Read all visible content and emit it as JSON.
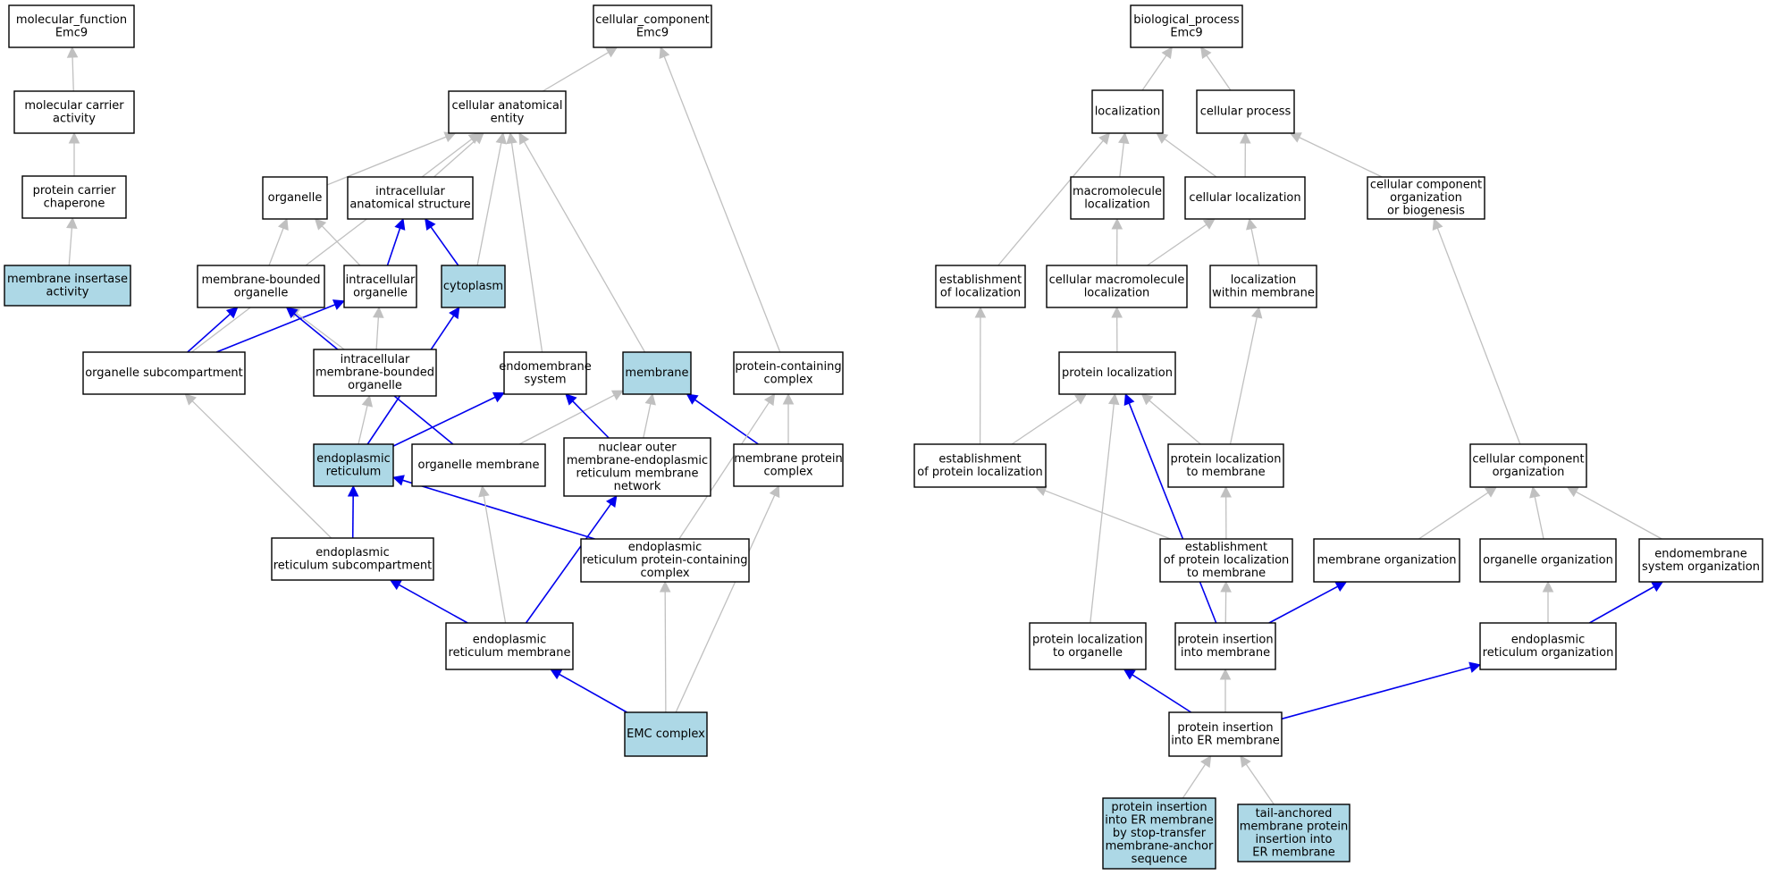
{
  "colors": {
    "default_fill": "#ffffff",
    "highlight_fill": "#add8e6",
    "gray_edge": "#c0c0c0",
    "blue_edge": "#0000ee",
    "node_border": "#000000"
  },
  "nodes": [
    {
      "id": "mf_root",
      "lines": [
        "molecular_function",
        "Emc9"
      ],
      "highlight": false
    },
    {
      "id": "mol_carrier",
      "lines": [
        "molecular carrier",
        "activity"
      ],
      "highlight": false
    },
    {
      "id": "prot_carrier_chap",
      "lines": [
        "protein carrier",
        "chaperone"
      ],
      "highlight": false
    },
    {
      "id": "mem_insertase",
      "lines": [
        "membrane insertase",
        "activity"
      ],
      "highlight": true
    },
    {
      "id": "cc_root",
      "lines": [
        "cellular_component",
        "Emc9"
      ],
      "highlight": false
    },
    {
      "id": "cell_anat",
      "lines": [
        "cellular anatomical",
        "entity"
      ],
      "highlight": false
    },
    {
      "id": "organelle",
      "lines": [
        "organelle"
      ],
      "highlight": false
    },
    {
      "id": "intra_anat",
      "lines": [
        "intracellular",
        "anatomical structure"
      ],
      "highlight": false
    },
    {
      "id": "mem_bounded_org",
      "lines": [
        "membrane-bounded",
        "organelle"
      ],
      "highlight": false
    },
    {
      "id": "intra_org",
      "lines": [
        "intracellular",
        "organelle"
      ],
      "highlight": false
    },
    {
      "id": "cytoplasm",
      "lines": [
        "cytoplasm"
      ],
      "highlight": true
    },
    {
      "id": "org_subcomp",
      "lines": [
        "organelle subcompartment"
      ],
      "highlight": false
    },
    {
      "id": "intra_mbo",
      "lines": [
        "intracellular",
        "membrane-bounded",
        "organelle"
      ],
      "highlight": false
    },
    {
      "id": "endomem_sys",
      "lines": [
        "endomembrane",
        "system"
      ],
      "highlight": false
    },
    {
      "id": "membrane",
      "lines": [
        "membrane"
      ],
      "highlight": true
    },
    {
      "id": "prot_cont_complex",
      "lines": [
        "protein-containing",
        "complex"
      ],
      "highlight": false
    },
    {
      "id": "er",
      "lines": [
        "endoplasmic",
        "reticulum"
      ],
      "highlight": true
    },
    {
      "id": "org_membrane",
      "lines": [
        "organelle membrane"
      ],
      "highlight": false
    },
    {
      "id": "nuc_outer",
      "lines": [
        "nuclear outer",
        "membrane-endoplasmic",
        "reticulum membrane",
        "network"
      ],
      "highlight": false
    },
    {
      "id": "mem_prot_complex",
      "lines": [
        "membrane protein",
        "complex"
      ],
      "highlight": false
    },
    {
      "id": "er_subcomp",
      "lines": [
        "endoplasmic",
        "reticulum subcompartment"
      ],
      "highlight": false
    },
    {
      "id": "er_pcc",
      "lines": [
        "endoplasmic",
        "reticulum protein-containing",
        "complex"
      ],
      "highlight": false
    },
    {
      "id": "er_membrane",
      "lines": [
        "endoplasmic",
        "reticulum membrane"
      ],
      "highlight": false
    },
    {
      "id": "emc_complex",
      "lines": [
        "EMC complex"
      ],
      "highlight": true
    },
    {
      "id": "bp_root",
      "lines": [
        "biological_process",
        "Emc9"
      ],
      "highlight": false
    },
    {
      "id": "localization",
      "lines": [
        "localization"
      ],
      "highlight": false
    },
    {
      "id": "cell_process",
      "lines": [
        "cellular process"
      ],
      "highlight": false
    },
    {
      "id": "macro_loc",
      "lines": [
        "macromolecule",
        "localization"
      ],
      "highlight": false
    },
    {
      "id": "cell_loc",
      "lines": [
        "cellular localization"
      ],
      "highlight": false
    },
    {
      "id": "ccob",
      "lines": [
        "cellular component",
        "organization",
        "or biogenesis"
      ],
      "highlight": false
    },
    {
      "id": "est_loc",
      "lines": [
        "establishment",
        "of localization"
      ],
      "highlight": false
    },
    {
      "id": "cell_macro_loc",
      "lines": [
        "cellular macromolecule",
        "localization"
      ],
      "highlight": false
    },
    {
      "id": "loc_within_mem",
      "lines": [
        "localization",
        "within membrane"
      ],
      "highlight": false
    },
    {
      "id": "prot_loc",
      "lines": [
        "protein localization"
      ],
      "highlight": false
    },
    {
      "id": "est_prot_loc",
      "lines": [
        "establishment",
        "of protein localization"
      ],
      "highlight": false
    },
    {
      "id": "prot_loc_mem",
      "lines": [
        "protein localization",
        "to membrane"
      ],
      "highlight": false
    },
    {
      "id": "cc_org",
      "lines": [
        "cellular component",
        "organization"
      ],
      "highlight": false
    },
    {
      "id": "est_prot_loc_mem",
      "lines": [
        "establishment",
        "of protein localization",
        "to membrane"
      ],
      "highlight": false
    },
    {
      "id": "mem_org",
      "lines": [
        "membrane organization"
      ],
      "highlight": false
    },
    {
      "id": "organelle_org",
      "lines": [
        "organelle organization"
      ],
      "highlight": false
    },
    {
      "id": "endomem_org",
      "lines": [
        "endomembrane",
        "system organization"
      ],
      "highlight": false
    },
    {
      "id": "prot_loc_org",
      "lines": [
        "protein localization",
        "to organelle"
      ],
      "highlight": false
    },
    {
      "id": "prot_ins_mem",
      "lines": [
        "protein insertion",
        "into membrane"
      ],
      "highlight": false
    },
    {
      "id": "er_org",
      "lines": [
        "endoplasmic",
        "reticulum organization"
      ],
      "highlight": false
    },
    {
      "id": "prot_ins_er",
      "lines": [
        "protein insertion",
        "into ER membrane"
      ],
      "highlight": false
    },
    {
      "id": "prot_ins_er_stop",
      "lines": [
        "protein insertion",
        "into ER membrane",
        "by stop-transfer",
        "membrane-anchor",
        "sequence"
      ],
      "highlight": true
    },
    {
      "id": "tail_anchored",
      "lines": [
        "tail-anchored",
        "membrane protein",
        "insertion into",
        "ER membrane"
      ],
      "highlight": true
    }
  ],
  "edges": [
    {
      "from": "mol_carrier",
      "to": "mf_root",
      "color": "gray"
    },
    {
      "from": "prot_carrier_chap",
      "to": "mol_carrier",
      "color": "gray"
    },
    {
      "from": "mem_insertase",
      "to": "prot_carrier_chap",
      "color": "gray"
    },
    {
      "from": "cell_anat",
      "to": "cc_root",
      "color": "gray"
    },
    {
      "from": "prot_cont_complex",
      "to": "cc_root",
      "color": "gray"
    },
    {
      "from": "organelle",
      "to": "cell_anat",
      "color": "gray"
    },
    {
      "from": "intra_anat",
      "to": "cell_anat",
      "color": "gray"
    },
    {
      "from": "org_subcomp",
      "to": "cell_anat",
      "color": "gray"
    },
    {
      "from": "cytoplasm",
      "to": "cell_anat",
      "color": "gray"
    },
    {
      "from": "endomem_sys",
      "to": "cell_anat",
      "color": "gray"
    },
    {
      "from": "membrane",
      "to": "cell_anat",
      "color": "gray"
    },
    {
      "from": "mem_bounded_org",
      "to": "organelle",
      "color": "gray"
    },
    {
      "from": "intra_org",
      "to": "organelle",
      "color": "gray"
    },
    {
      "from": "intra_org",
      "to": "intra_anat",
      "color": "blue"
    },
    {
      "from": "cytoplasm",
      "to": "intra_anat",
      "color": "blue"
    },
    {
      "from": "org_subcomp",
      "to": "mem_bounded_org",
      "color": "blue"
    },
    {
      "from": "org_subcomp",
      "to": "intra_org",
      "color": "blue"
    },
    {
      "from": "intra_mbo",
      "to": "mem_bounded_org",
      "color": "gray"
    },
    {
      "from": "intra_mbo",
      "to": "intra_org",
      "color": "gray"
    },
    {
      "from": "er",
      "to": "intra_mbo",
      "color": "gray"
    },
    {
      "from": "er",
      "to": "cytoplasm",
      "color": "blue"
    },
    {
      "from": "er",
      "to": "endomem_sys",
      "color": "blue"
    },
    {
      "from": "org_membrane",
      "to": "mem_bounded_org",
      "color": "blue"
    },
    {
      "from": "org_membrane",
      "to": "membrane",
      "color": "gray"
    },
    {
      "from": "nuc_outer",
      "to": "endomem_sys",
      "color": "blue"
    },
    {
      "from": "nuc_outer",
      "to": "membrane",
      "color": "gray"
    },
    {
      "from": "mem_prot_complex",
      "to": "membrane",
      "color": "blue"
    },
    {
      "from": "mem_prot_complex",
      "to": "prot_cont_complex",
      "color": "gray"
    },
    {
      "from": "er_subcomp",
      "to": "er",
      "color": "blue"
    },
    {
      "from": "er_subcomp",
      "to": "org_subcomp",
      "color": "gray"
    },
    {
      "from": "er_pcc",
      "to": "er",
      "color": "blue"
    },
    {
      "from": "er_pcc",
      "to": "prot_cont_complex",
      "color": "gray"
    },
    {
      "from": "er_membrane",
      "to": "er_subcomp",
      "color": "blue"
    },
    {
      "from": "er_membrane",
      "to": "org_membrane",
      "color": "gray"
    },
    {
      "from": "er_membrane",
      "to": "nuc_outer",
      "color": "blue"
    },
    {
      "from": "emc_complex",
      "to": "er_membrane",
      "color": "blue"
    },
    {
      "from": "emc_complex",
      "to": "er_pcc",
      "color": "gray"
    },
    {
      "from": "emc_complex",
      "to": "mem_prot_complex",
      "color": "gray"
    },
    {
      "from": "localization",
      "to": "bp_root",
      "color": "gray"
    },
    {
      "from": "cell_process",
      "to": "bp_root",
      "color": "gray"
    },
    {
      "from": "macro_loc",
      "to": "localization",
      "color": "gray"
    },
    {
      "from": "cell_loc",
      "to": "localization",
      "color": "gray"
    },
    {
      "from": "est_loc",
      "to": "localization",
      "color": "gray"
    },
    {
      "from": "cell_loc",
      "to": "cell_process",
      "color": "gray"
    },
    {
      "from": "ccob",
      "to": "cell_process",
      "color": "gray"
    },
    {
      "from": "cell_macro_loc",
      "to": "macro_loc",
      "color": "gray"
    },
    {
      "from": "cell_macro_loc",
      "to": "cell_loc",
      "color": "gray"
    },
    {
      "from": "loc_within_mem",
      "to": "cell_loc",
      "color": "gray"
    },
    {
      "from": "prot_loc",
      "to": "cell_macro_loc",
      "color": "gray"
    },
    {
      "from": "est_prot_loc",
      "to": "est_loc",
      "color": "gray"
    },
    {
      "from": "est_prot_loc",
      "to": "prot_loc",
      "color": "gray"
    },
    {
      "from": "prot_loc_mem",
      "to": "prot_loc",
      "color": "gray"
    },
    {
      "from": "prot_loc_mem",
      "to": "loc_within_mem",
      "color": "gray"
    },
    {
      "from": "cc_org",
      "to": "ccob",
      "color": "gray"
    },
    {
      "from": "est_prot_loc_mem",
      "to": "est_prot_loc",
      "color": "gray"
    },
    {
      "from": "est_prot_loc_mem",
      "to": "prot_loc_mem",
      "color": "gray"
    },
    {
      "from": "mem_org",
      "to": "cc_org",
      "color": "gray"
    },
    {
      "from": "organelle_org",
      "to": "cc_org",
      "color": "gray"
    },
    {
      "from": "endomem_org",
      "to": "cc_org",
      "color": "gray"
    },
    {
      "from": "prot_loc_org",
      "to": "prot_loc",
      "color": "gray"
    },
    {
      "from": "prot_ins_mem",
      "to": "est_prot_loc_mem",
      "color": "gray"
    },
    {
      "from": "prot_ins_mem",
      "to": "prot_loc",
      "color": "blue"
    },
    {
      "from": "prot_ins_mem",
      "to": "mem_org",
      "color": "blue"
    },
    {
      "from": "er_org",
      "to": "organelle_org",
      "color": "gray"
    },
    {
      "from": "er_org",
      "to": "endomem_org",
      "color": "blue"
    },
    {
      "from": "prot_ins_er",
      "to": "prot_loc_org",
      "color": "blue"
    },
    {
      "from": "prot_ins_er",
      "to": "prot_ins_mem",
      "color": "gray"
    },
    {
      "from": "prot_ins_er",
      "to": "er_org",
      "color": "blue"
    },
    {
      "from": "prot_ins_er_stop",
      "to": "prot_ins_er",
      "color": "gray"
    },
    {
      "from": "tail_anchored",
      "to": "prot_ins_er",
      "color": "gray"
    }
  ]
}
